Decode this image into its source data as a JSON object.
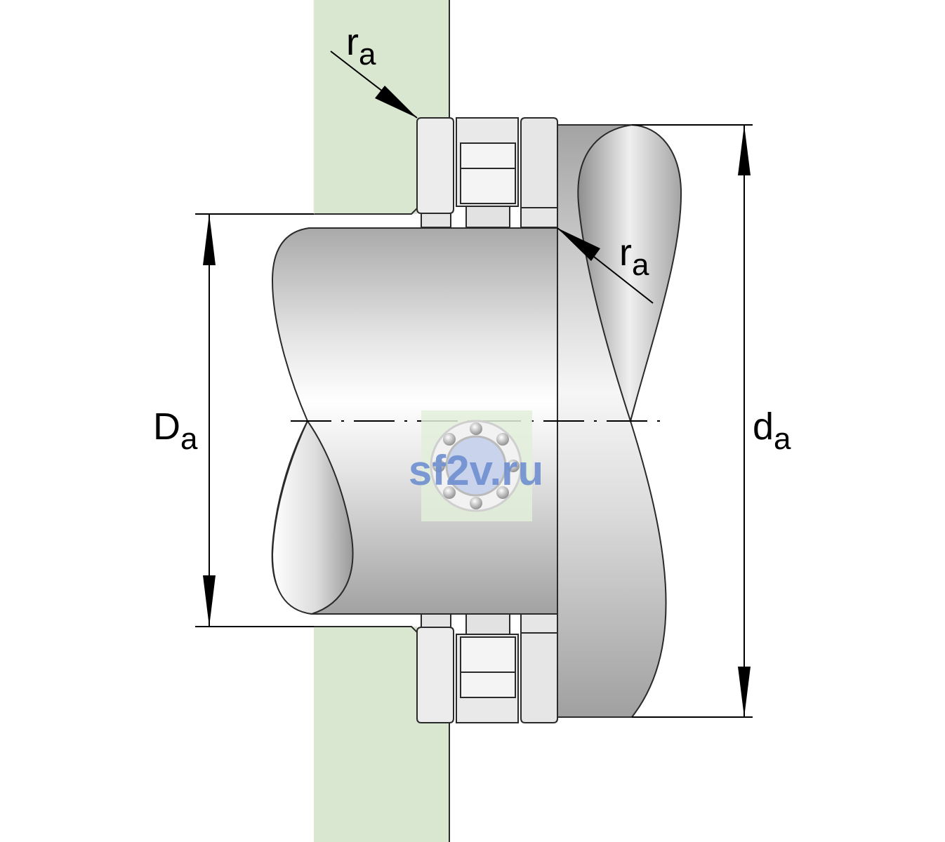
{
  "labels": {
    "ra_top": {
      "main": "r",
      "sub": "a"
    },
    "ra_right": {
      "main": "r",
      "sub": "a"
    },
    "Da": {
      "main": "D",
      "sub": "a"
    },
    "da": {
      "main": "d",
      "sub": "a"
    }
  },
  "watermark": {
    "text": "sf2v.ru"
  },
  "colors": {
    "housing": "#d9e6d0",
    "outline": "#2a2a2a",
    "dim_line": "#000000",
    "watermark_text": "#6f8fd0",
    "watermark_bg": "#e2efd9"
  }
}
